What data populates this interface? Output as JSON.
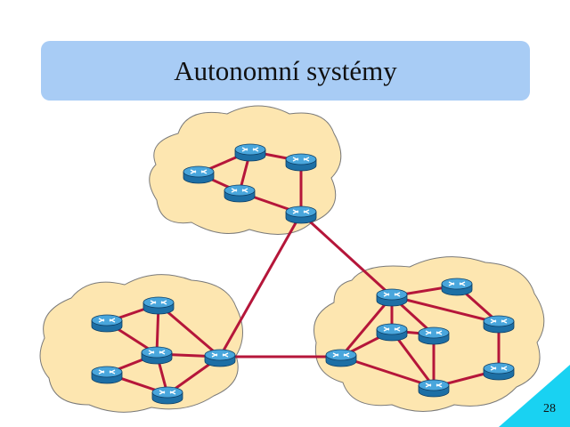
{
  "title": "Autonomní systémy",
  "page_number": "28",
  "colors": {
    "title_bg": "#a8ccf5",
    "cloud_fill": "#fde6b0",
    "cloud_stroke": "#7a7a7a",
    "link": "#b5163a",
    "router": "#2f8fc6",
    "corner": "#19d2f2"
  },
  "icons": {
    "router": "router-icon",
    "cloud": "cloud-shape"
  }
}
